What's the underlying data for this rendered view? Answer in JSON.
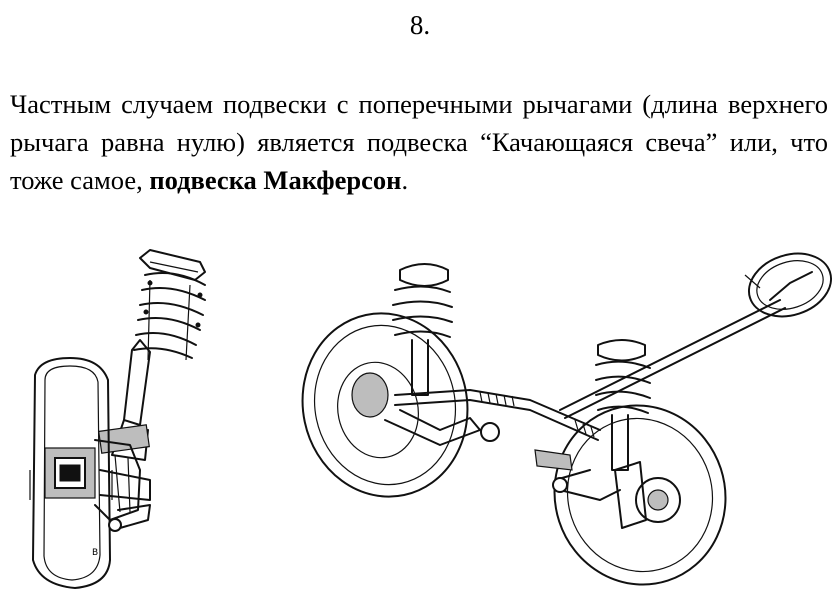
{
  "page": {
    "number": "8."
  },
  "paragraph": {
    "text_before": "Частным случаем подвески с поперечными рычагами (длина верхнего рычага равна нулю) является подвеска “Качающаяся свеча” или, что тоже самое, ",
    "bold_term": "подвеска Макферсон",
    "text_after": "."
  },
  "figures": {
    "left": {
      "icon": "macpherson-strut-section-drawing"
    },
    "right": {
      "icon": "front-suspension-steering-assembly-drawing"
    }
  }
}
